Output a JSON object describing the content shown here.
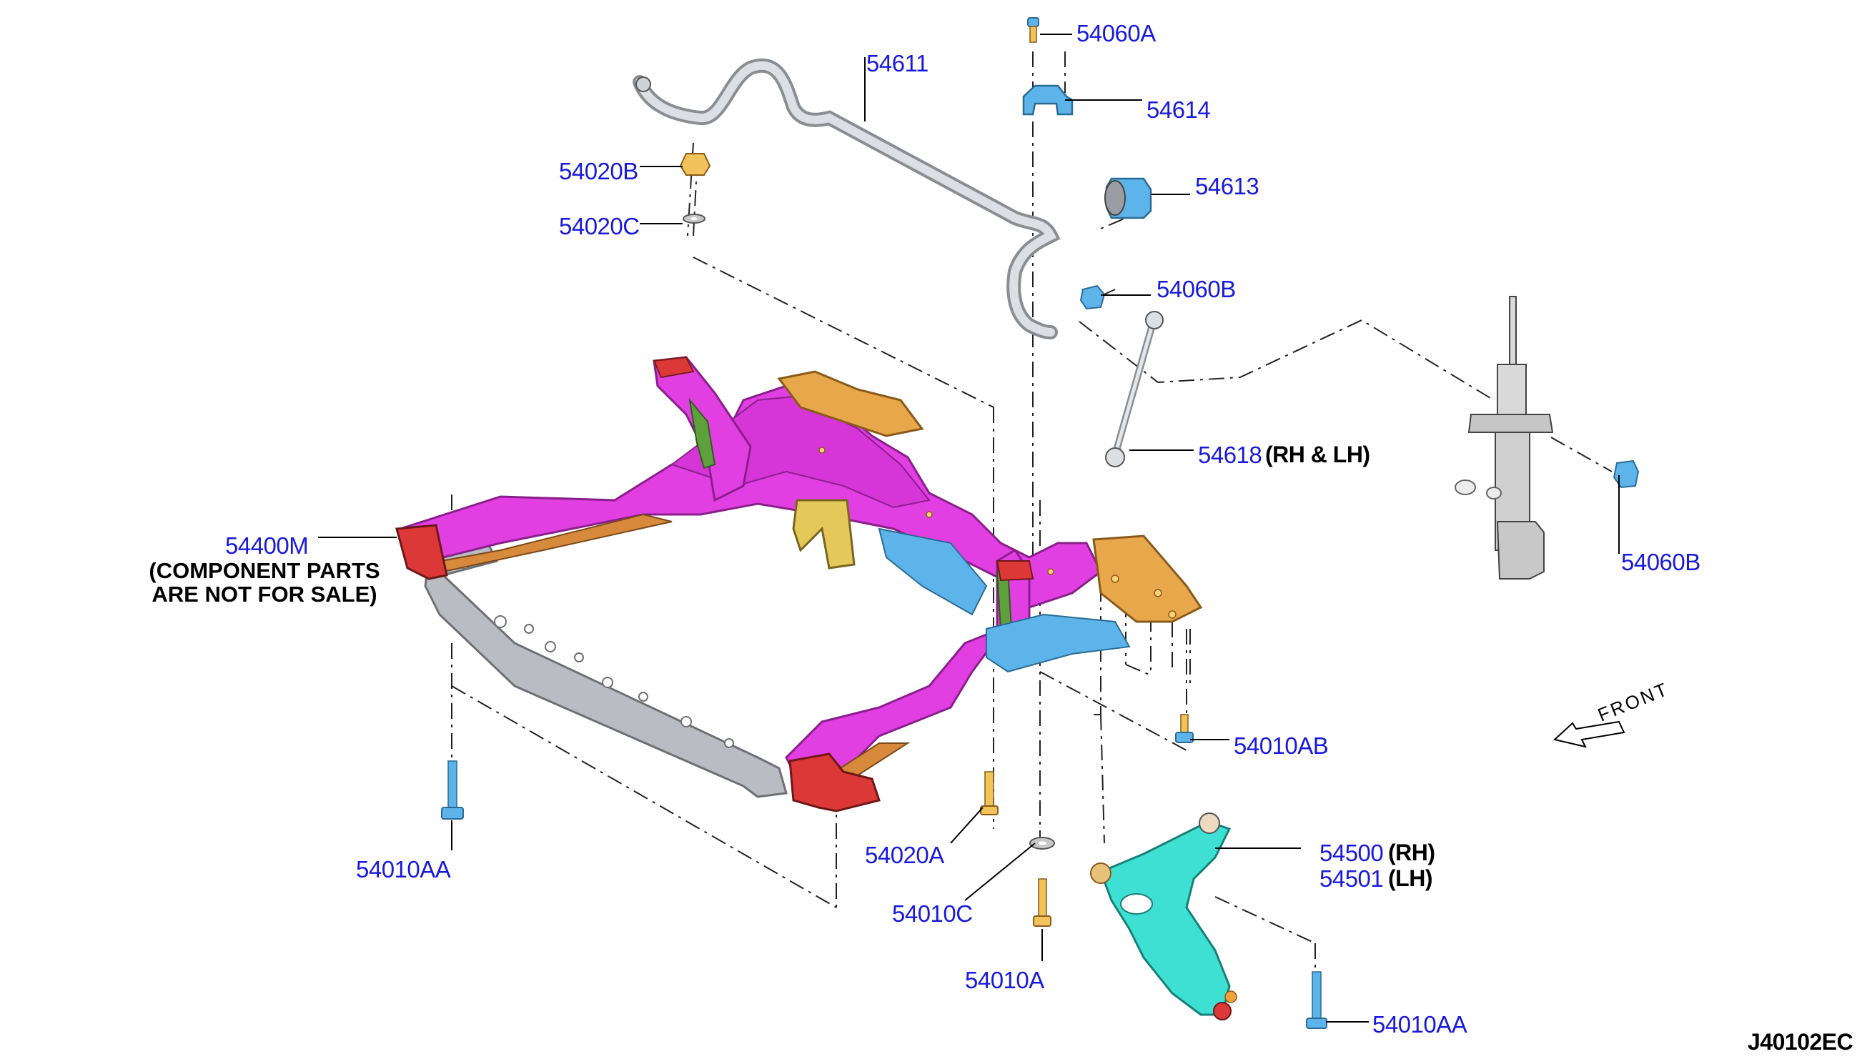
{
  "colors": {
    "part_number": "#1a1adc",
    "frame_magenta": "#e23fe3",
    "frame_gray": "#b9bcc2",
    "bracket_orange": "#e8a74a",
    "bracket_red": "#dd3838",
    "fastener_blue": "#5db4ea",
    "arm_cyan": "#3fe0d4",
    "strut_gray": "#c8c8c8"
  },
  "labels": {
    "p54060A": "54060A",
    "p54611": "54611",
    "p54614": "54614",
    "p54020B": "54020B",
    "p54613": "54613",
    "p54020C": "54020C",
    "p54060B_top": "54060B",
    "p54618": "54618",
    "p54618_suffix": "(RH & LH)",
    "p54400M": "54400M",
    "note_line1": "(COMPONENT PARTS",
    "note_line2": "ARE NOT FOR SALE)",
    "p54060B_right": "54060B",
    "p54010AB": "54010AB",
    "p54500": "54500",
    "p54500_suffix": "(RH)",
    "p54501": "54501",
    "p54501_suffix": "(LH)",
    "p54020A": "54020A",
    "p54010AA_left": "54010AA",
    "p54010C": "54010C",
    "p54010A": "54010A",
    "p54010AA_right": "54010AA",
    "front": "FRONT",
    "diagram_code": "J40102EC"
  }
}
